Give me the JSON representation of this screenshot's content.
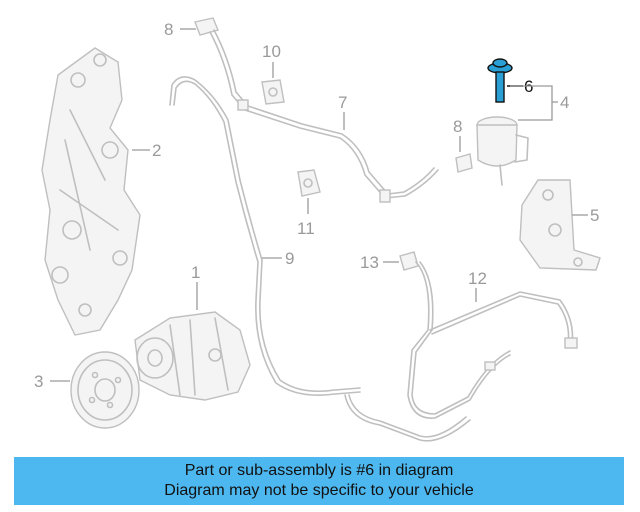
{
  "diagram": {
    "callouts": [
      "1",
      "2",
      "3",
      "4",
      "5",
      "6",
      "7",
      "8",
      "9",
      "10",
      "11",
      "12",
      "13"
    ],
    "highlight_color": "#2a9fd6",
    "banner_color": "#4db8f0"
  },
  "banner": {
    "line1": "Part or sub-assembly is #6 in diagram",
    "line2": "Diagram may not be specific to your vehicle"
  }
}
